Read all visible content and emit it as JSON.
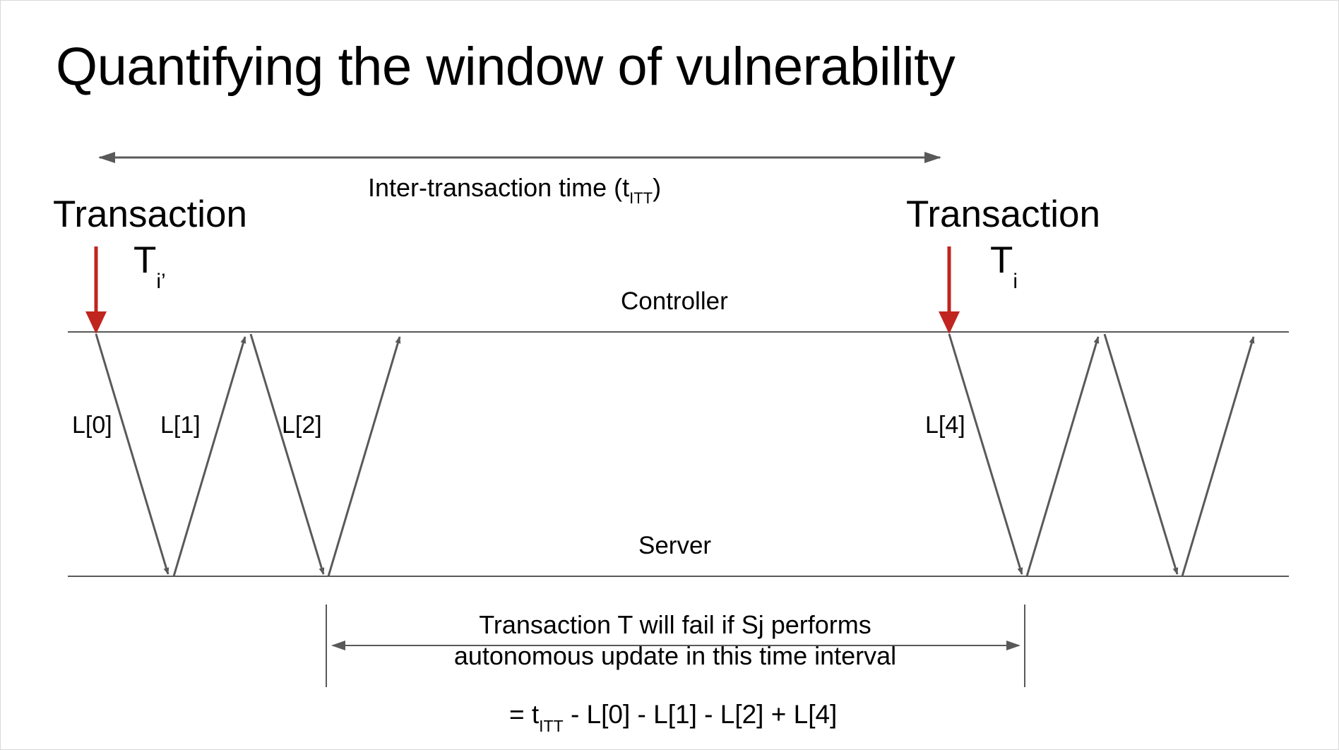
{
  "title": "Quantifying the window of vulnerability",
  "inter_transaction": {
    "text": "Inter-transaction time (t",
    "sub": "ITT",
    "close": ")"
  },
  "transactions": [
    {
      "word": "Transaction",
      "symbol": "T",
      "sub": "i’"
    },
    {
      "word": "Transaction",
      "symbol": "T",
      "sub": "i"
    }
  ],
  "lanes": {
    "controller": "Controller",
    "server": "Server"
  },
  "latencies": [
    "L[0]",
    "L[1]",
    "L[2]",
    "L[4]"
  ],
  "interval": {
    "line1": "Transaction T will fail if Sj performs",
    "line2": "autonomous update in this time interval"
  },
  "formula": {
    "prefix": "= t",
    "sub": "ITT",
    "rest": " - L[0] - L[1] - L[2] + L[4]"
  },
  "colors": {
    "transaction_arrow": "#c0251f",
    "lines": "#595959",
    "text": "#000000"
  }
}
